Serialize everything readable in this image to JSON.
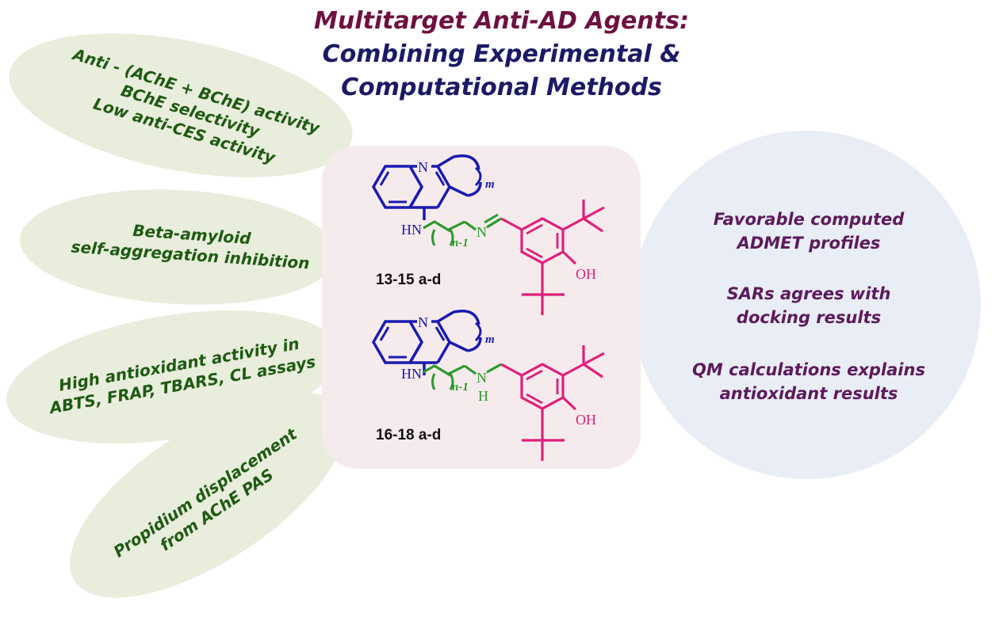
{
  "title": {
    "line1": "Multitarget Anti-AD Agents:",
    "line2": "Combining Experimental &",
    "line3": "Computational Methods"
  },
  "leaves": [
    {
      "lines": [
        "Anti - (AChE + BChE) activity",
        "BChE selectivity",
        "Low anti-CES activity"
      ]
    },
    {
      "lines": [
        "Beta-amyloid",
        "self-aggregation inhibition"
      ]
    },
    {
      "lines": [
        "High antioxidant activity in",
        "ABTS, FRAP, TBARS, CL assays"
      ]
    },
    {
      "lines": [
        "Propidium displacement",
        "from AChE PAS"
      ]
    }
  ],
  "circle": {
    "items": [
      {
        "line1": "Favorable computed",
        "line2": "ADMET profiles"
      },
      {
        "line1": "SARs agrees with",
        "line2": "docking results"
      },
      {
        "line1": "QM calculations explains",
        "line2": "antioxidant results"
      }
    ]
  },
  "compounds": {
    "top_label": "13-15 a-d",
    "bottom_label": "16-18 a-d",
    "atoms": {
      "n": "N",
      "hn": "HN",
      "h": "H",
      "oh": "OH",
      "m": "m",
      "n_minus_1": "n-1"
    }
  },
  "colors": {
    "title_maroon": "#6e1040",
    "title_navy": "#1a1a66",
    "leaf_fill": "#e8eddc",
    "leaf_text": "#1e5a12",
    "center_fill": "#f6ebec",
    "circle_fill": "#e9edf5",
    "circle_text": "#5c1a5c",
    "tacrine_blue": "#1a1ab0",
    "linker_green": "#2a9a2a",
    "phenol_pink": "#e0207a"
  }
}
